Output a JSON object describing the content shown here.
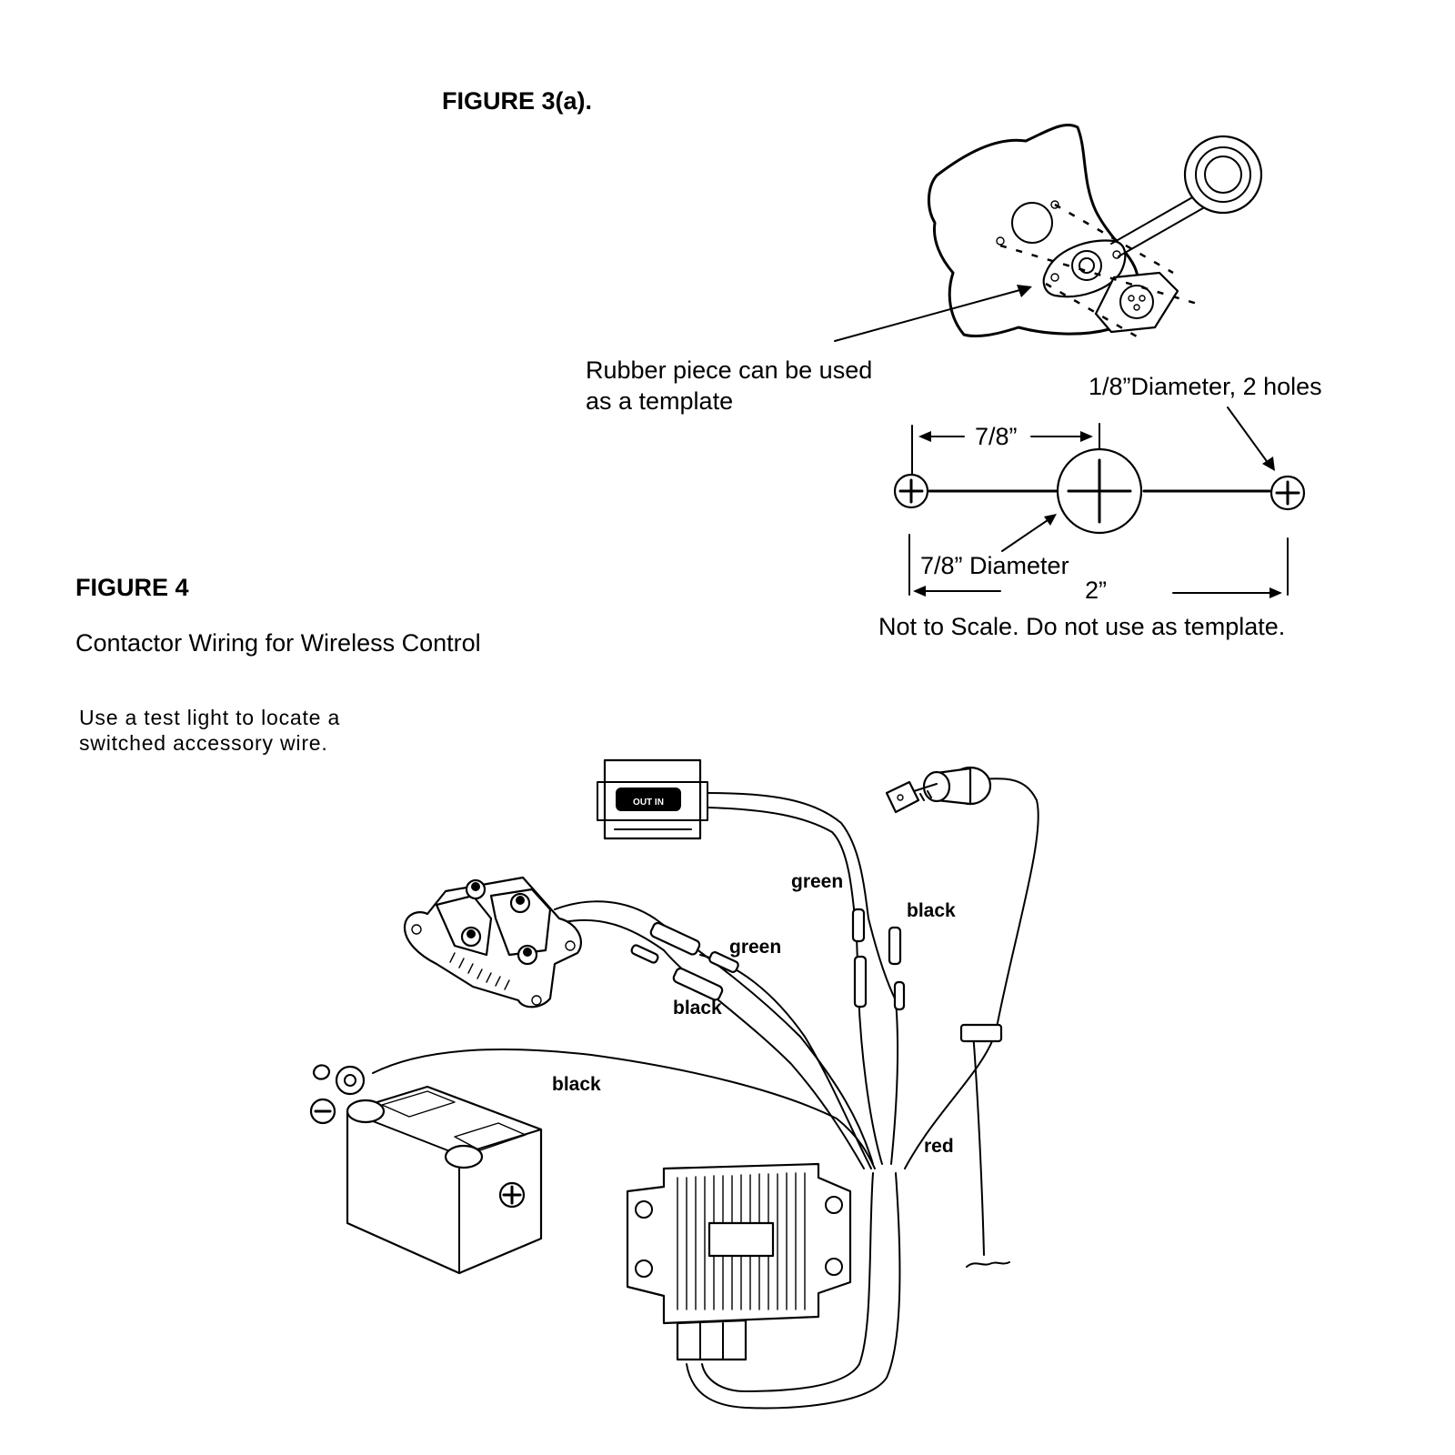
{
  "figure3a": {
    "title": "FIGURE 3(a).",
    "rubber_note_line1": "Rubber piece can be used",
    "rubber_note_line2": "as a template",
    "holes_label": "1/8”Diameter, 2 holes",
    "spacing_label": "7/8”",
    "center_diameter_label": "7/8” Diameter",
    "overall_width_label": "2”",
    "scale_note": "Not to Scale. Do not use as template."
  },
  "figure4": {
    "title": "FIGURE 4",
    "subtitle": "Contactor Wiring for Wireless Control",
    "instruction_line1": "Use a test light to locate a",
    "instruction_line2": "switched accessory wire.",
    "switch_label": "OUT IN",
    "wire_labels": {
      "green_top": "green",
      "black_top": "black",
      "green_mid": "green",
      "black_mid": "black",
      "black_battery": "black",
      "red": "red"
    }
  },
  "icons": [
    "plus-circle-icon",
    "minus-circle-icon",
    "key-icon"
  ]
}
